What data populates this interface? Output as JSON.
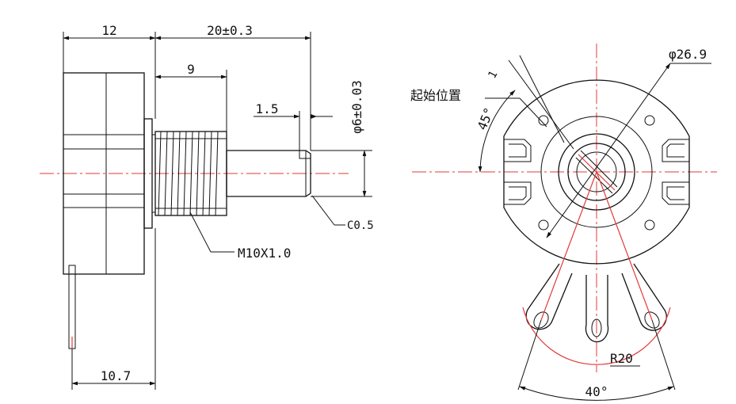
{
  "drawing": {
    "side_view": {
      "dim_body_length": "12",
      "dim_overall_length": "20±0.3",
      "dim_thread_length": "9",
      "dim_chamfer_step": "1.5",
      "dim_shaft_diameter": "φ6±0.03",
      "dim_chamfer": "C0.5",
      "dim_thread": "M10X1.0",
      "dim_terminal_offset": "10.7"
    },
    "front_view": {
      "dim_body_diameter": "φ26.9",
      "start_position_label": "起始位置",
      "dim_start_angle": "45°",
      "dim_terminal_gap": "1",
      "dim_terminal_radius": "R20",
      "dim_terminal_angle": "40°"
    },
    "colors": {
      "line": "#111111",
      "centerline": "#e23a3a"
    }
  }
}
